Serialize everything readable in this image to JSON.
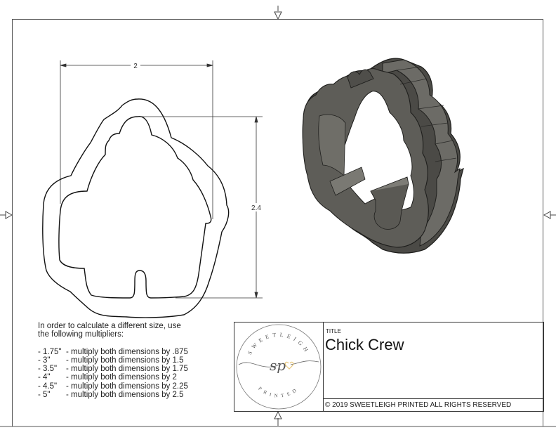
{
  "drawing": {
    "dimensions": {
      "width_label": "2",
      "height_label": "2.4"
    },
    "note": {
      "intro_line1": "In order to calculate a different size, use",
      "intro_line2": "the following multipliers:",
      "multipliers": [
        {
          "size": "- 1.75\"",
          "text": "- multiply both dimensions by .875"
        },
        {
          "size": "- 3\"",
          "text": "- multiply both dimensions by 1.5"
        },
        {
          "size": "- 3.5\"",
          "text": "- multiply both dimensions by 1.75"
        },
        {
          "size": "- 4\"",
          "text": "- multiply both dimensions by 2"
        },
        {
          "size": "- 4.5\"",
          "text": "- multiply both dimensions by 2.25"
        },
        {
          "size": "- 5\"",
          "text": "- multiply both dimensions by 2.5"
        }
      ]
    },
    "title_block": {
      "title_label": "TITLE",
      "title_value": "Chick Crew",
      "copyright": "© 2019  SWEETLEIGH PRINTED  ALL RIGHTS RESERVED",
      "logo": {
        "top_text": "SWEETLEIGH",
        "bottom_text": "PRINTED",
        "monogram": "sp",
        "accent_color": "#e8c77a"
      }
    },
    "colors": {
      "line": "#222222",
      "model_fill": "#5d5c57",
      "model_dark": "#3e3d39",
      "model_light": "#76756f"
    }
  }
}
